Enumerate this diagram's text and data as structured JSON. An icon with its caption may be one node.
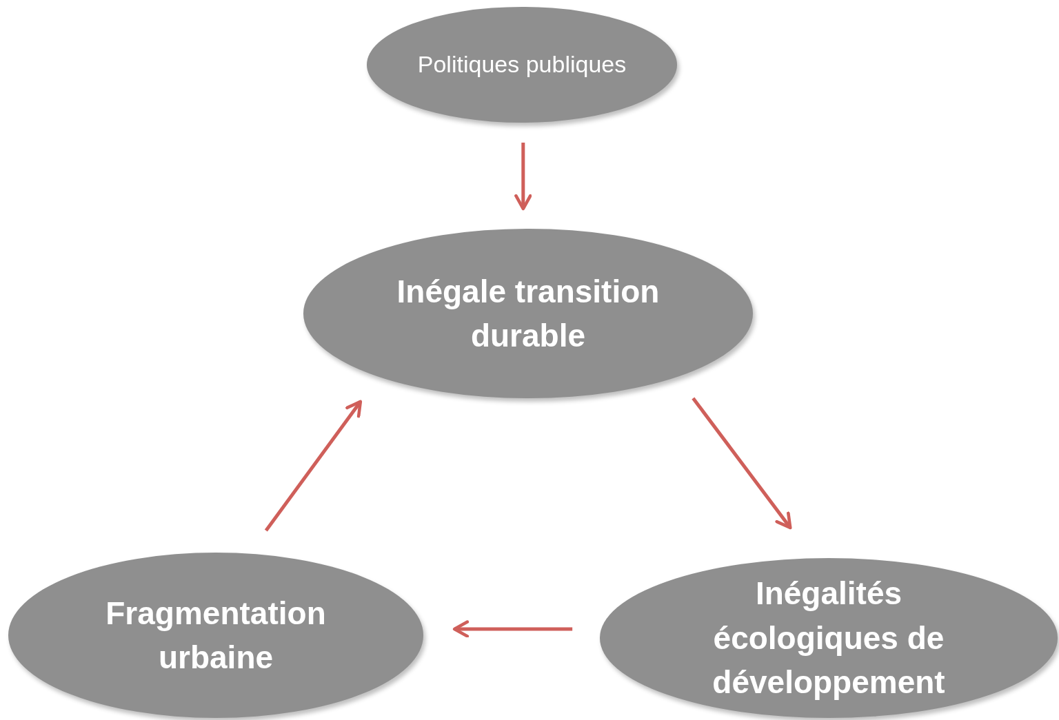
{
  "diagram": {
    "nodes": [
      {
        "text": [
          "Politiques publiques"
        ]
      },
      {
        "text": [
          "Inégale transition durable"
        ]
      },
      {
        "text": [
          "Inégalités écologiques de développement"
        ]
      },
      {
        "text": [
          "Fragmentation urbaine"
        ]
      }
    ],
    "edges": [
      {
        "from": 0,
        "to": 1,
        "arrow": "to"
      },
      {
        "from": 1,
        "to": 2,
        "arrow": "to"
      },
      {
        "from": 2,
        "to": 3,
        "arrow": "to"
      },
      {
        "from": 3,
        "to": 1,
        "arrow": "to"
      }
    ]
  }
}
